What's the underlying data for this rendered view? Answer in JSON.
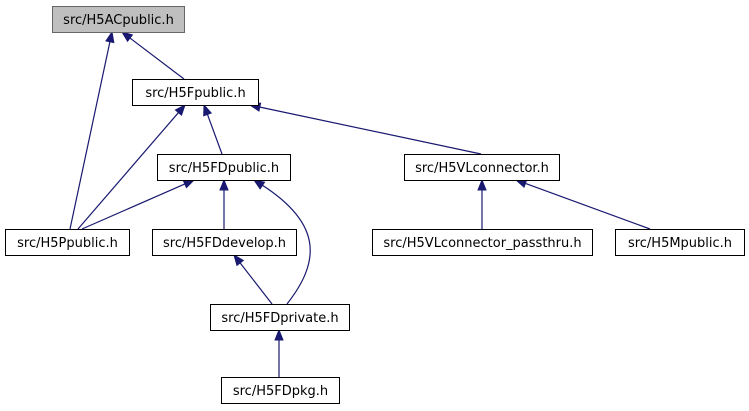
{
  "diagram": {
    "colors": {
      "edge": "#191970",
      "root_fill": "#bfbfbf",
      "node_fill": "#ffffff",
      "node_border": "#000000"
    },
    "nodes": [
      {
        "id": "h5ac",
        "label": "src/H5ACpublic.h",
        "root": true
      },
      {
        "id": "h5f",
        "label": "src/H5Fpublic.h"
      },
      {
        "id": "h5fd",
        "label": "src/H5FDpublic.h"
      },
      {
        "id": "h5vl",
        "label": "src/H5VLconnector.h"
      },
      {
        "id": "h5p",
        "label": "src/H5Ppublic.h"
      },
      {
        "id": "h5fddev",
        "label": "src/H5FDdevelop.h"
      },
      {
        "id": "h5vlpass",
        "label": "src/H5VLconnector_passthru.h"
      },
      {
        "id": "h5m",
        "label": "src/H5Mpublic.h"
      },
      {
        "id": "h5fdpriv",
        "label": "src/H5FDprivate.h"
      },
      {
        "id": "h5fdpkg",
        "label": "src/H5FDpkg.h"
      }
    ],
    "edges": [
      {
        "from": "h5f",
        "to": "h5ac"
      },
      {
        "from": "h5p",
        "to": "h5ac"
      },
      {
        "from": "h5fd",
        "to": "h5f"
      },
      {
        "from": "h5vl",
        "to": "h5f"
      },
      {
        "from": "h5p",
        "to": "h5f"
      },
      {
        "from": "h5p",
        "to": "h5fd"
      },
      {
        "from": "h5fddev",
        "to": "h5fd"
      },
      {
        "from": "h5fdpriv",
        "to": "h5fd"
      },
      {
        "from": "h5vlpass",
        "to": "h5vl"
      },
      {
        "from": "h5m",
        "to": "h5vl"
      },
      {
        "from": "h5fdpriv",
        "to": "h5fddev"
      },
      {
        "from": "h5fdpkg",
        "to": "h5fdpriv"
      }
    ]
  }
}
